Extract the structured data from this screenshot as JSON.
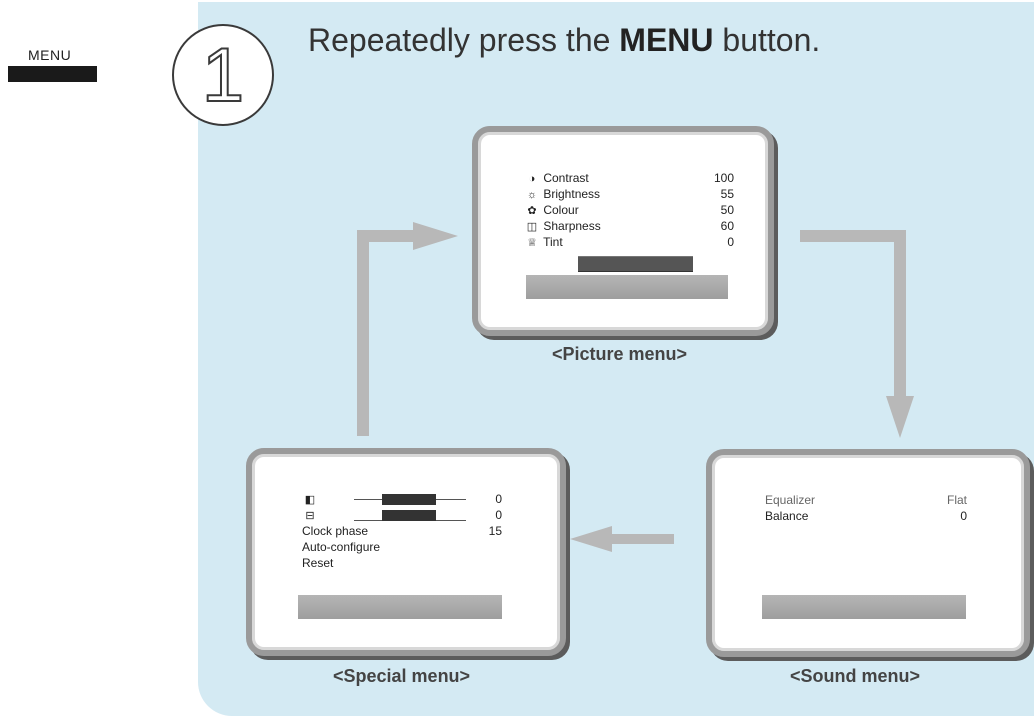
{
  "side_label": "MENU",
  "step_number": "1",
  "instruction": {
    "prefix": "Repeatedly press the ",
    "button": "MENU",
    "suffix": " button."
  },
  "picture_menu": {
    "caption": "<Picture menu>",
    "items": [
      {
        "icon": "contrast-icon",
        "label": "Contrast",
        "value": "100"
      },
      {
        "icon": "brightness-icon",
        "label": "Brightness",
        "value": "55"
      },
      {
        "icon": "colour-icon",
        "label": "Colour",
        "value": "50"
      },
      {
        "icon": "sharpness-icon",
        "label": "Sharpness",
        "value": "60"
      },
      {
        "icon": "tint-icon",
        "label": "Tint",
        "value": "0"
      }
    ]
  },
  "sound_menu": {
    "caption": "<Sound menu>",
    "items": [
      {
        "label": "Equalizer",
        "value": "Flat"
      },
      {
        "label": "Balance",
        "value": "0"
      }
    ]
  },
  "special_menu": {
    "caption": "<Special menu>",
    "items": [
      {
        "icon": "horizontal-position-icon",
        "label": "",
        "value": "0"
      },
      {
        "icon": "vertical-position-icon",
        "label": "",
        "value": "0"
      },
      {
        "label": "Clock phase",
        "value": "15"
      },
      {
        "label": "Auto-configure",
        "value": ""
      },
      {
        "label": "Reset",
        "value": ""
      }
    ]
  },
  "colors": {
    "panel": "#d4eaf3",
    "arrow": "#b8b8b8",
    "screen_border": "#9a9a9a"
  }
}
